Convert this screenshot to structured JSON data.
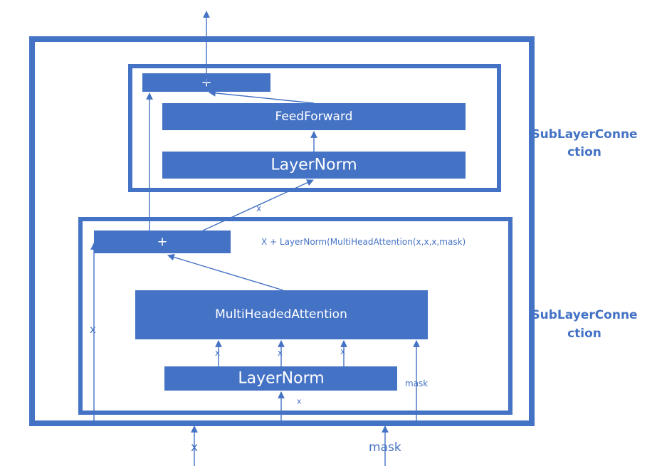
{
  "colors": {
    "accent": "#4472C4",
    "background": "#ffffff"
  },
  "upper_block": {
    "add_label": "+",
    "feedforward_label": "FeedForward",
    "layernorm_label": "LayerNorm",
    "side_label_line1": "SubLayerConne",
    "side_label_line2": "ction"
  },
  "lower_block": {
    "add_label": "+",
    "attention_label": "MultiHeadedAttention",
    "layernorm_label": "LayerNorm",
    "formula": "X + LayerNorm(MultiHeadAttention(x,x,x,mask)",
    "side_label_line1": "SubLayerConne",
    "side_label_line2": "ction"
  },
  "edge_labels": {
    "between_x": "x",
    "residual_x": "x",
    "attn_in_1": "x",
    "attn_in_2": "x",
    "attn_in_3": "x",
    "mask_inner": "mask",
    "layernorm_in_x": "x"
  },
  "inputs": {
    "x": "x",
    "mask": "mask"
  }
}
